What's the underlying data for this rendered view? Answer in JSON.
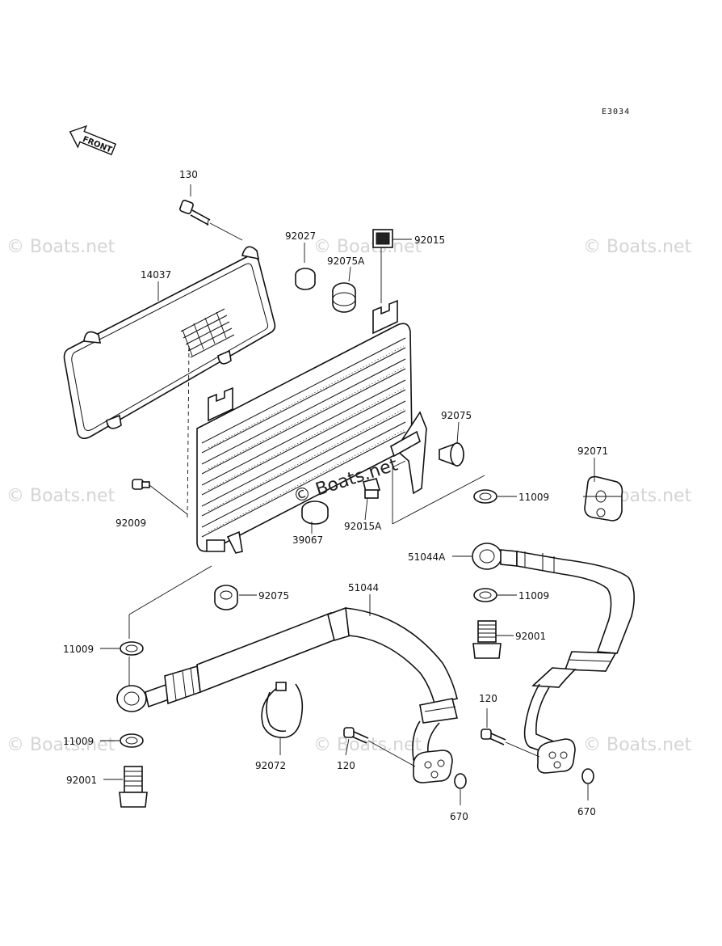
{
  "diagram": {
    "code": "E3034",
    "front_label": "FRONT",
    "watermark": "© Boats.net",
    "center_watermark": "© Boats.net",
    "parts": [
      {
        "id": "p130",
        "label": "130"
      },
      {
        "id": "p92027",
        "label": "92027"
      },
      {
        "id": "p92015",
        "label": "92015"
      },
      {
        "id": "p14037",
        "label": "14037"
      },
      {
        "id": "p92075A",
        "label": "92075A"
      },
      {
        "id": "p92075a",
        "label": "92075"
      },
      {
        "id": "p92071",
        "label": "92071"
      },
      {
        "id": "p92009",
        "label": "92009"
      },
      {
        "id": "p39067",
        "label": "39067"
      },
      {
        "id": "p92015A",
        "label": "92015A"
      },
      {
        "id": "p11009a",
        "label": "11009"
      },
      {
        "id": "p51044A",
        "label": "51044A"
      },
      {
        "id": "p11009b",
        "label": "11009"
      },
      {
        "id": "p92075b",
        "label": "92075"
      },
      {
        "id": "p51044",
        "label": "51044"
      },
      {
        "id": "p92001a",
        "label": "92001"
      },
      {
        "id": "p11009c",
        "label": "11009"
      },
      {
        "id": "p120a",
        "label": "120"
      },
      {
        "id": "p11009d",
        "label": "11009"
      },
      {
        "id": "p92072",
        "label": "92072"
      },
      {
        "id": "p120b",
        "label": "120"
      },
      {
        "id": "p92001b",
        "label": "92001"
      },
      {
        "id": "p670a",
        "label": "670"
      },
      {
        "id": "p670b",
        "label": "670"
      }
    ]
  }
}
